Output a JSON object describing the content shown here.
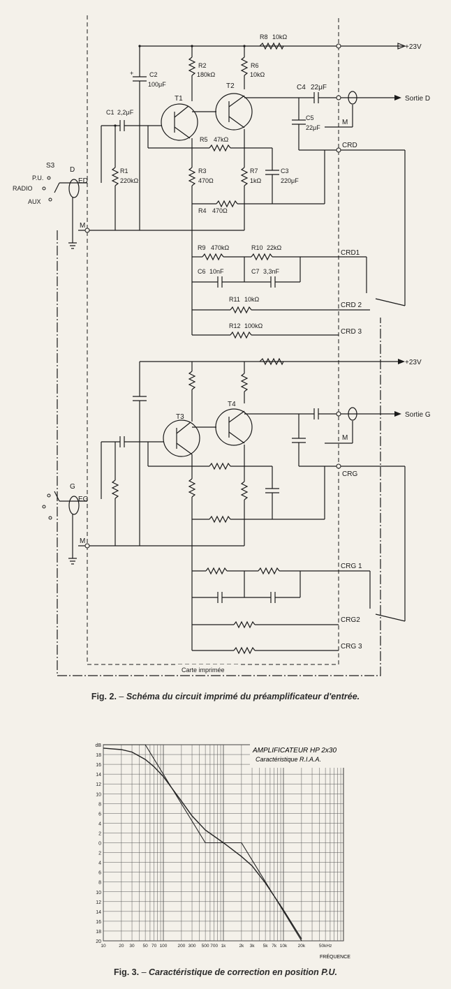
{
  "fig2": {
    "supply_top": "+23V",
    "supply_bottom": "+23V",
    "outputs": {
      "right": "Sortie D",
      "left": "Sortie G"
    },
    "switch_top": {
      "name": "S3",
      "positions": [
        "P.U.",
        "RADIO",
        "AUX"
      ]
    },
    "nodes_top": [
      "D",
      "ED",
      "M",
      "M",
      "CRD",
      "CRD1",
      "CRD 2",
      "CRD 3"
    ],
    "nodes_bottom": [
      "G",
      "EG",
      "M",
      "M",
      "CRG",
      "CRG 1",
      "CRG2",
      "CRG 3"
    ],
    "transistors": [
      "T1",
      "T2",
      "T3",
      "T4"
    ],
    "components": [
      {
        "ref": "R8",
        "value": "10kΩ"
      },
      {
        "ref": "C2",
        "value": "100μF"
      },
      {
        "ref": "R2",
        "value": "180kΩ"
      },
      {
        "ref": "R6",
        "value": "10kΩ"
      },
      {
        "ref": "C4",
        "value": "22μF"
      },
      {
        "ref": "C1",
        "value": "2,2μF"
      },
      {
        "ref": "C5",
        "value": "22μF"
      },
      {
        "ref": "R1",
        "value": "220kΩ"
      },
      {
        "ref": "R5",
        "value": "47kΩ"
      },
      {
        "ref": "R3",
        "value": "470Ω"
      },
      {
        "ref": "R7",
        "value": "1kΩ"
      },
      {
        "ref": "C3",
        "value": "220μF"
      },
      {
        "ref": "R4",
        "value": "470Ω"
      },
      {
        "ref": "R9",
        "value": "470kΩ"
      },
      {
        "ref": "R10",
        "value": "22kΩ"
      },
      {
        "ref": "C6",
        "value": "10nF"
      },
      {
        "ref": "C7",
        "value": "3,3nF"
      },
      {
        "ref": "R11",
        "value": "10kΩ"
      },
      {
        "ref": "R12",
        "value": "100kΩ"
      }
    ],
    "board_label": "Carte imprimée",
    "caption_num": "Fig. 2.",
    "caption_text": "Schéma du circuit imprimé du préamplificateur d'entrée."
  },
  "fig3": {
    "caption_num": "Fig. 3.",
    "caption_text": "Caractéristique de correction en position P.U."
  },
  "chart_data": {
    "type": "line",
    "title": "AMPLIFICATEUR HP 2x30",
    "subtitle": "Caractéristique R.I.A.A.",
    "xlabel": "FRÉQUENCE",
    "ylabel": "dB",
    "x_scale": "log",
    "xlim": [
      10,
      100000
    ],
    "ylim": [
      -20,
      20
    ],
    "grid": true,
    "y_ticks": [
      20,
      18,
      16,
      14,
      12,
      10,
      8,
      6,
      4,
      2,
      0,
      -2,
      -4,
      -6,
      -8,
      -10,
      -12,
      -14,
      -16,
      -18,
      -20
    ],
    "y_tick_labels": [
      "dB",
      "18",
      "16",
      "14",
      "12",
      "10",
      "8",
      "6",
      "4",
      "2",
      "0",
      "2",
      "4",
      "6",
      "8",
      "10",
      "12",
      "14",
      "16",
      "18",
      "20"
    ],
    "x_ticks": [
      10,
      20,
      30,
      50,
      70,
      100,
      200,
      300,
      500,
      700,
      1000,
      2000,
      3000,
      5000,
      7000,
      10000,
      20000,
      50000
    ],
    "x_tick_labels": [
      "10",
      "20",
      "30",
      "50",
      "70",
      "100",
      "200",
      "300",
      "500",
      "700",
      "1k",
      "2k",
      "3k",
      "5k",
      "7k",
      "10k",
      "20k",
      "50kHz"
    ],
    "series": [
      {
        "x": [
          10,
          20,
          30,
          50,
          70,
          100,
          200,
          300,
          500,
          1000,
          2000,
          3000,
          5000,
          10000,
          20000
        ],
        "y": [
          19.3,
          19,
          18.5,
          17,
          15.5,
          13.5,
          8.5,
          5.5,
          2.6,
          0,
          -2.8,
          -4.7,
          -8.2,
          -13.7,
          -19.6
        ]
      },
      {
        "x": [
          10,
          50,
          500,
          2000,
          20000
        ],
        "y": [
          20,
          20,
          0,
          0,
          -20
        ]
      }
    ]
  }
}
